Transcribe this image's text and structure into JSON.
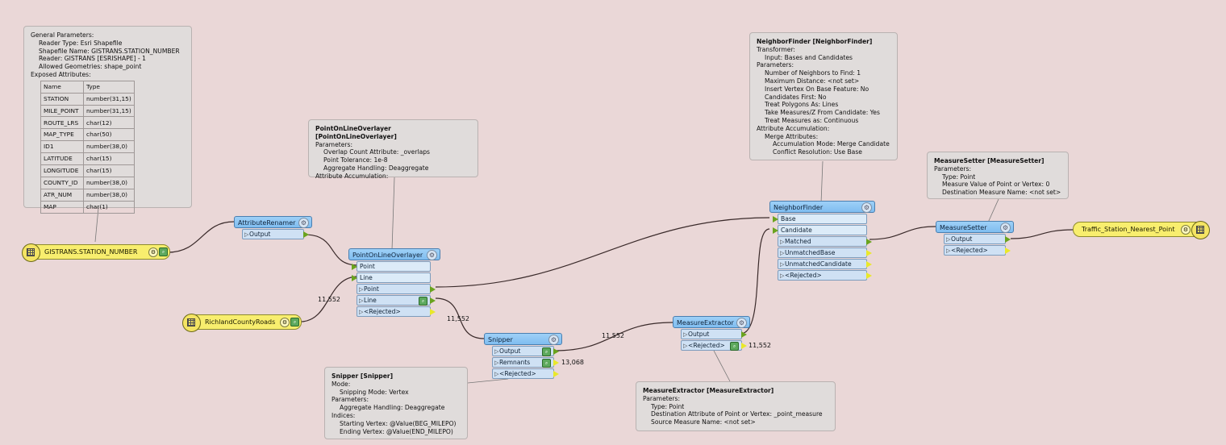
{
  "readers": {
    "gistrans": {
      "label": "GISTRANS.STATION_NUMBER"
    },
    "richland": {
      "label": "RichlandCountyRoads"
    }
  },
  "writer": {
    "label": "Traffic_Station_Nearest_Point"
  },
  "annotations": {
    "gistrans": {
      "lines": [
        "General Parameters:",
        "Reader Type: Esri Shapefile",
        "Shapefile Name: GISTRANS.STATION_NUMBER",
        "Reader: GISTRANS [ESRISHAPE] - 1",
        "Allowed Geometries: shape_point",
        "Exposed Attributes:"
      ],
      "table_header": [
        "Name",
        "Type"
      ],
      "table_rows": [
        [
          "STATION",
          "number(31,15)"
        ],
        [
          "MILE_POINT",
          "number(31,15)"
        ],
        [
          "ROUTE_LRS",
          "char(12)"
        ],
        [
          "MAP_TYPE",
          "char(50)"
        ],
        [
          "ID1",
          "number(38,0)"
        ],
        [
          "LATITUDE",
          "char(15)"
        ],
        [
          "LONGITUDE",
          "char(15)"
        ],
        [
          "COUNTY_ID",
          "number(38,0)"
        ],
        [
          "ATR_NUM",
          "number(38,0)"
        ],
        [
          "MAP",
          "char(1)"
        ]
      ]
    },
    "pointonline": {
      "title": "PointOnLineOverlayer [PointOnLineOverlayer]",
      "lines": [
        "Parameters:",
        "Overlap Count Attribute: _overlaps",
        "Point Tolerance: 1e-8",
        "Aggregate Handling: Deaggregate",
        "Attribute Accumulation:"
      ]
    },
    "neighbor": {
      "title": "NeighborFinder [NeighborFinder]",
      "lines": [
        "Transformer:",
        "Input: Bases and Candidates",
        "Parameters:",
        "Number of Neighbors to Find: 1",
        "Maximum Distance: <not set>",
        "Insert Vertex On Base Feature: No",
        "Candidates First: No",
        "Treat Polygons As: Lines",
        "Take Measures/Z From Candidate: Yes",
        "Treat Measures as: Continuous",
        "Attribute Accumulation:",
        "Merge Attributes:",
        "Accumulation Mode: Merge Candidate",
        "Conflict Resolution: Use Base"
      ]
    },
    "measuresetter": {
      "title": "MeasureSetter [MeasureSetter]",
      "lines": [
        "Parameters:",
        "Type: Point",
        "Measure Value of Point or Vertex: 0",
        "Destination Measure Name: <not set>"
      ]
    },
    "snipper": {
      "title": "Snipper [Snipper]",
      "lines": [
        "Mode:",
        "Snipping Mode: Vertex",
        "Parameters:",
        "Aggregate Handling: Deaggregate",
        "Indices:",
        "Starting Vertex: @Value(BEG_MILEPO)",
        "Ending Vertex: @Value(END_MILEPO)"
      ]
    },
    "measureextractor": {
      "title": "MeasureExtractor [MeasureExtractor]",
      "lines": [
        "Parameters:",
        "Type: Point",
        "Destination Attribute of Point or Vertex: _point_measure",
        "Source Measure Name: <not set>"
      ]
    }
  },
  "transformers": {
    "attributerenamer": {
      "name": "AttributeRenamer",
      "ports": [
        "Output"
      ]
    },
    "pointonline": {
      "name": "PointOnLineOverlayer",
      "inputs": [
        "Point",
        "Line"
      ],
      "outputs": [
        "Point",
        "Line",
        "<Rejected>"
      ]
    },
    "snipper": {
      "name": "Snipper",
      "outputs": [
        "Output",
        "Remnants",
        "<Rejected>"
      ]
    },
    "measureextractor": {
      "name": "MeasureExtractor",
      "outputs": [
        "Output",
        "<Rejected>"
      ]
    },
    "neighborfinder": {
      "name": "NeighborFinder",
      "inputs": [
        "Base",
        "Candidate"
      ],
      "outputs": [
        "Matched",
        "UnmatchedBase",
        "UnmatchedCandidate",
        "<Rejected>"
      ]
    },
    "measuresetter": {
      "name": "MeasureSetter",
      "outputs": [
        "Output",
        "<Rejected>"
      ]
    }
  },
  "counts": {
    "roads_to_line": "11,552",
    "line_to_snipper": "11,552",
    "snipper_to_extractor": "11,552",
    "remnants": "13,068",
    "extractor_rejected": "11,552"
  },
  "colors": {
    "canvas": "#ead7d7",
    "transformer_header": "#8ec7f4",
    "reader_writer": "#f8ee6e",
    "output_port_arrow": "#6aa31e",
    "rejected_port_arrow": "#e9e82a"
  }
}
